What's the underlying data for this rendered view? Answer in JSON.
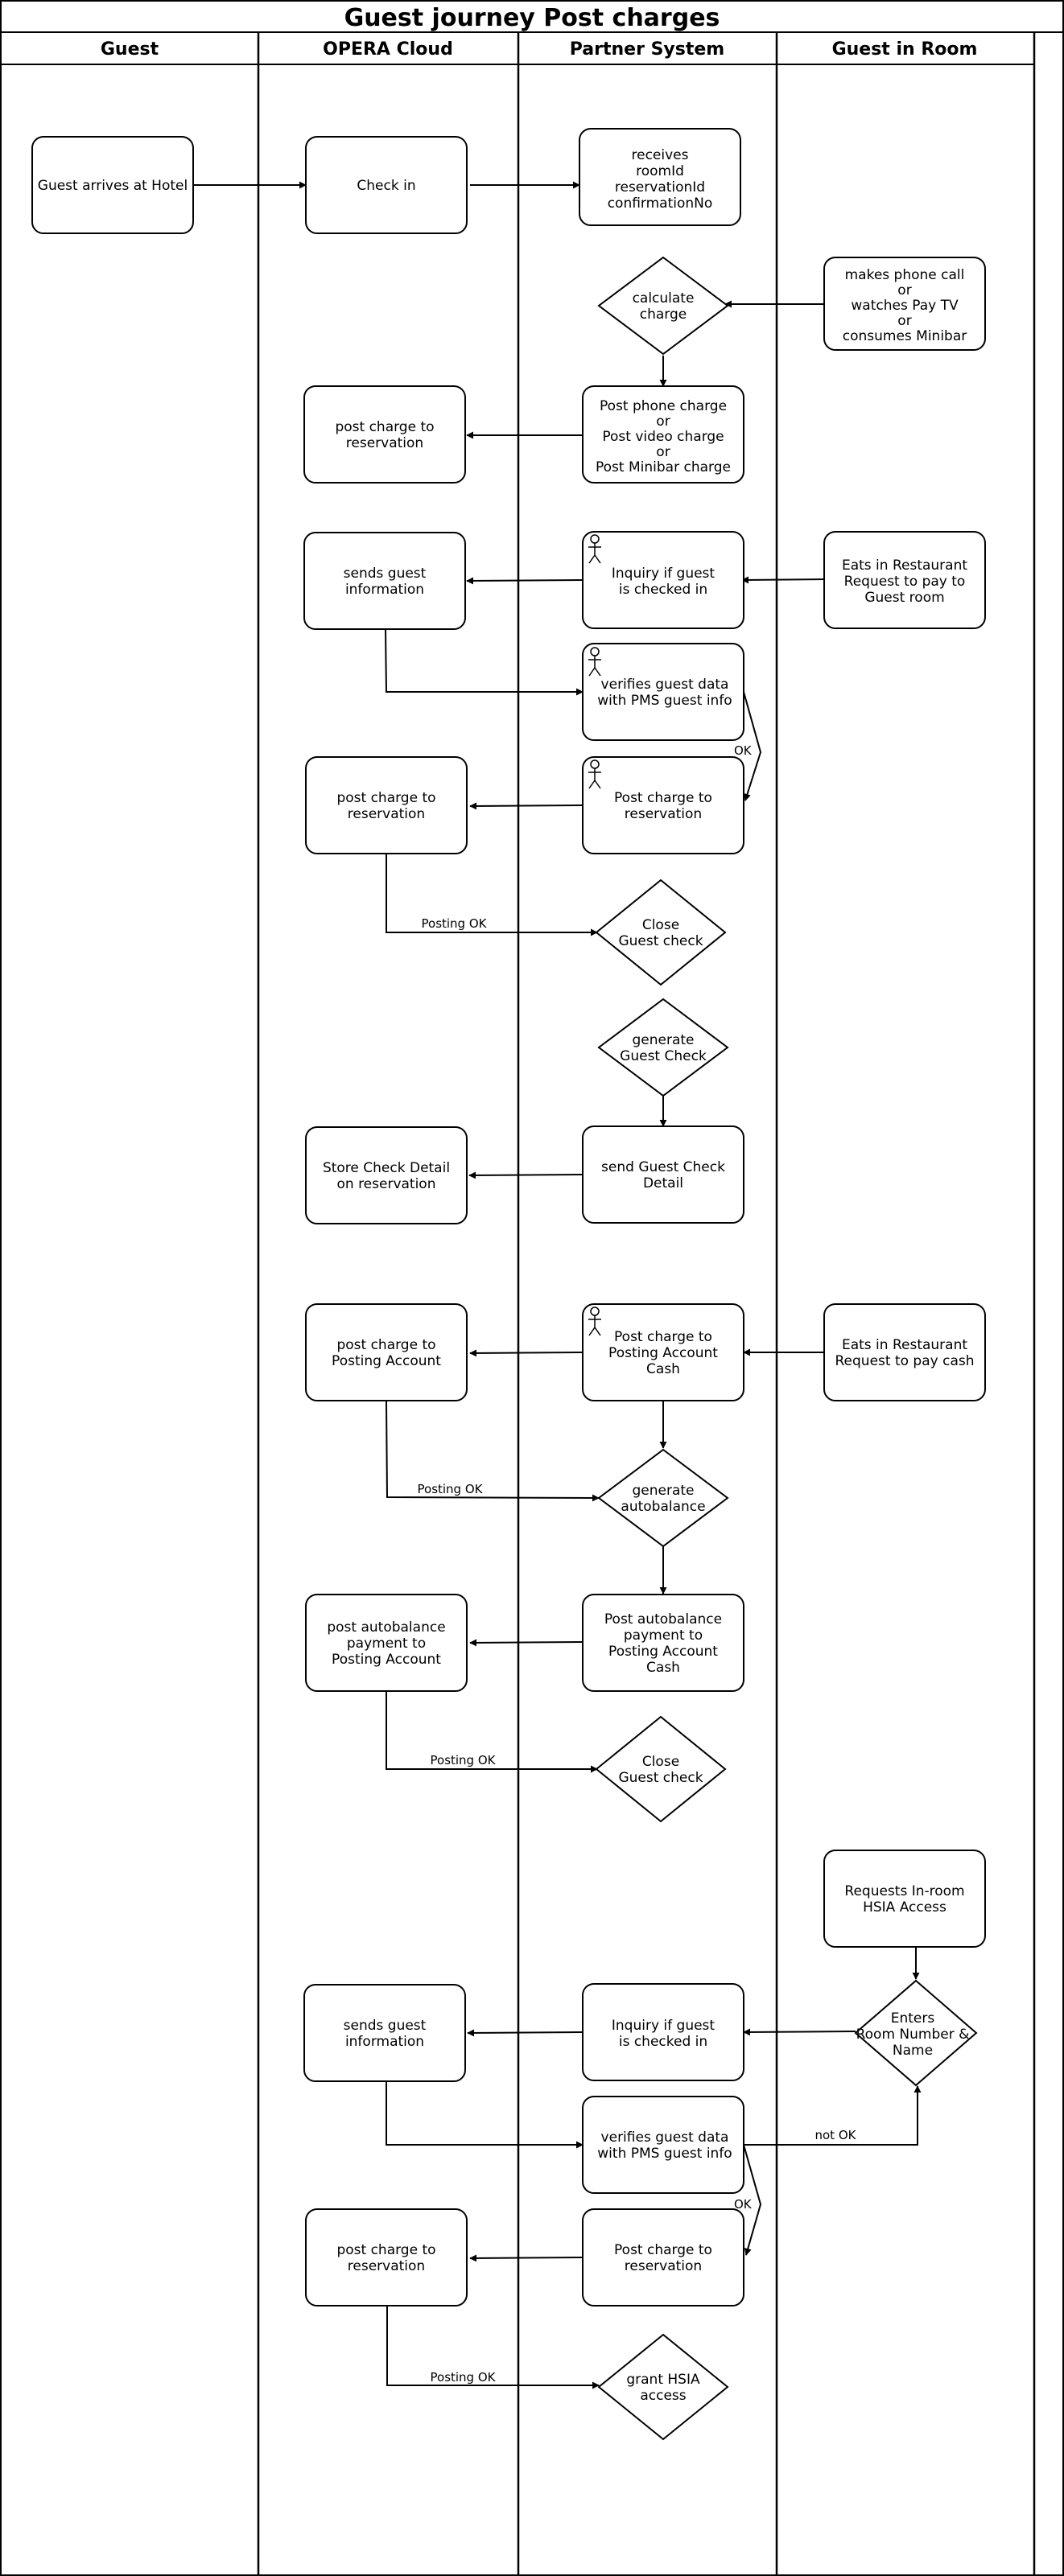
{
  "title": "Guest journey Post charges",
  "lanes": [
    "Guest",
    "OPERA Cloud",
    "Partner System",
    "Guest in Room"
  ],
  "nodes": {
    "arrive": [
      "Guest arrives at Hotel"
    ],
    "checkin": [
      "Check in"
    ],
    "receives": [
      "receives",
      "roomId",
      "reservationId",
      "confirmationNo"
    ],
    "calc": [
      "calculate",
      "charge"
    ],
    "phone": [
      "makes phone call",
      "or",
      "watches Pay TV",
      "or",
      "consumes Minibar"
    ],
    "postphone": [
      "Post phone charge",
      "or",
      "Post video charge",
      "or",
      "Post Minibar charge"
    ],
    "postres1": [
      "post charge to",
      "reservation"
    ],
    "sends1": [
      "sends guest",
      "information"
    ],
    "inquiry1": [
      "Inquiry if guest",
      "is checked in"
    ],
    "eats1": [
      "Eats in Restaurant",
      "Request to pay to",
      "Guest room"
    ],
    "verify1": [
      "verifies guest data",
      "with PMS guest info"
    ],
    "postres2": [
      "post charge to",
      "reservation"
    ],
    "pcres1": [
      "Post charge to",
      "reservation"
    ],
    "close1": [
      "Close",
      "Guest check"
    ],
    "gen1": [
      "generate",
      "Guest Check"
    ],
    "store": [
      "Store Check Detail",
      "on reservation"
    ],
    "sendgc": [
      "send Guest Check",
      "Detail"
    ],
    "postpa": [
      "post charge to",
      "Posting Account"
    ],
    "pcpa": [
      "Post charge to",
      "Posting Account",
      "Cash"
    ],
    "eats2": [
      "Eats in Restaurant",
      "Request to pay cash"
    ],
    "genauto": [
      "generate",
      "autobalance"
    ],
    "postautopa": [
      "post autobalance",
      "payment to",
      "Posting Account"
    ],
    "postauto": [
      "Post autobalance",
      "payment to",
      "Posting Account",
      "Cash"
    ],
    "close2": [
      "Close",
      "Guest check"
    ],
    "hsia": [
      "Requests In-room",
      "HSIA Access"
    ],
    "enters": [
      "Enters",
      "Room Number &",
      "Name"
    ],
    "sends2": [
      "sends guest",
      "information"
    ],
    "inquiry2": [
      "Inquiry if guest",
      "is checked in"
    ],
    "verify2": [
      "verifies guest data",
      "with PMS guest info"
    ],
    "postres3": [
      "post charge to",
      "reservation"
    ],
    "pcres2": [
      "Post charge to",
      "reservation"
    ],
    "grant": [
      "grant HSIA",
      "access"
    ]
  },
  "edge_labels": {
    "ok1": "OK",
    "posting_ok_1": "Posting OK",
    "posting_ok_2": "Posting OK",
    "posting_ok_3": "Posting OK",
    "not_ok": "not OK",
    "ok2": "OK",
    "posting_ok_4": "Posting OK"
  }
}
